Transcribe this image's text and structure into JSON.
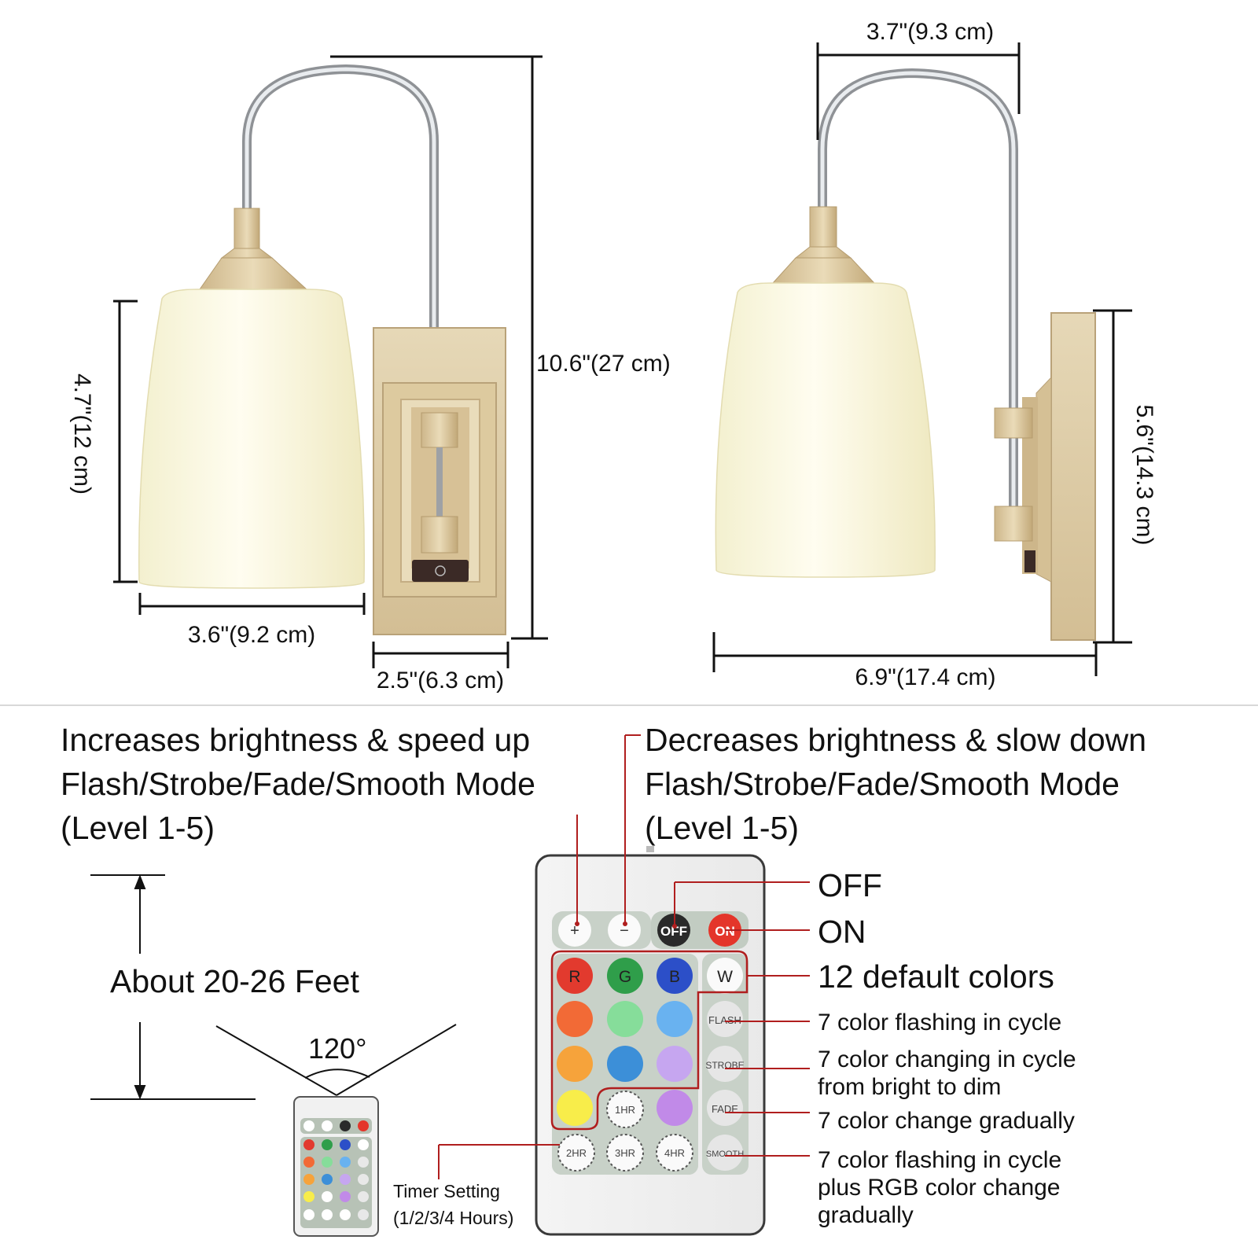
{
  "dimensions": {
    "front_height": "10.6\"(27 cm)",
    "shade_height": "4.7\"(12 cm)",
    "shade_width": "3.6\"(9.2 cm)",
    "backplate_width": "2.5\"(6.3 cm)",
    "arm_reach": "3.7\"(9.3 cm)",
    "backplate_height": "5.6\"(14.3 cm)",
    "total_depth": "6.9\"(17.4 cm)"
  },
  "remote": {
    "increase_desc": [
      "Increases brightness & speed up",
      "Flash/Strobe/Fade/Smooth Mode",
      "(Level 1-5)"
    ],
    "decrease_desc": [
      "Decreases brightness & slow down",
      "Flash/Strobe/Fade/Smooth Mode",
      "(Level 1-5)"
    ],
    "range_label": "About 20-26 Feet",
    "angle_label": "120°",
    "timer_label": [
      "Timer Setting",
      "(1/2/3/4 Hours)"
    ],
    "callouts": {
      "off": "OFF",
      "on": "ON",
      "default_colors": "12 default colors",
      "flash": "7 color flashing in cycle",
      "strobe": [
        "7 color changing in cycle",
        "from bright to dim"
      ],
      "fade": "7 color change gradually",
      "smooth": [
        "7 color flashing in cycle",
        "plus RGB color change",
        "gradually"
      ]
    },
    "buttons": {
      "off": "OFF",
      "on": "ON",
      "r": "R",
      "g": "G",
      "b": "B",
      "w": "W",
      "flash": "FLASH",
      "strobe": "STROBE",
      "fade": "FADE",
      "smooth": "SMOOTH",
      "t1": "1HR",
      "t2": "2HR",
      "t3": "3HR",
      "t4": "4HR",
      "plus": "+",
      "minus": "−"
    },
    "colors": {
      "red": "#e23a2e",
      "green": "#2f9e4a",
      "blue": "#2c4fc8",
      "orange": "#f26a36",
      "mint": "#86dd9a",
      "sky": "#69b2f0",
      "amber": "#f6a33b",
      "azure": "#3c8fd8",
      "lavender": "#c6a6f0",
      "yellow": "#f8ed4a",
      "violet": "#c18ae8",
      "off_button": "#2a2a2a",
      "on_button": "#e4352a",
      "callout_line": "#b01e1e"
    }
  }
}
